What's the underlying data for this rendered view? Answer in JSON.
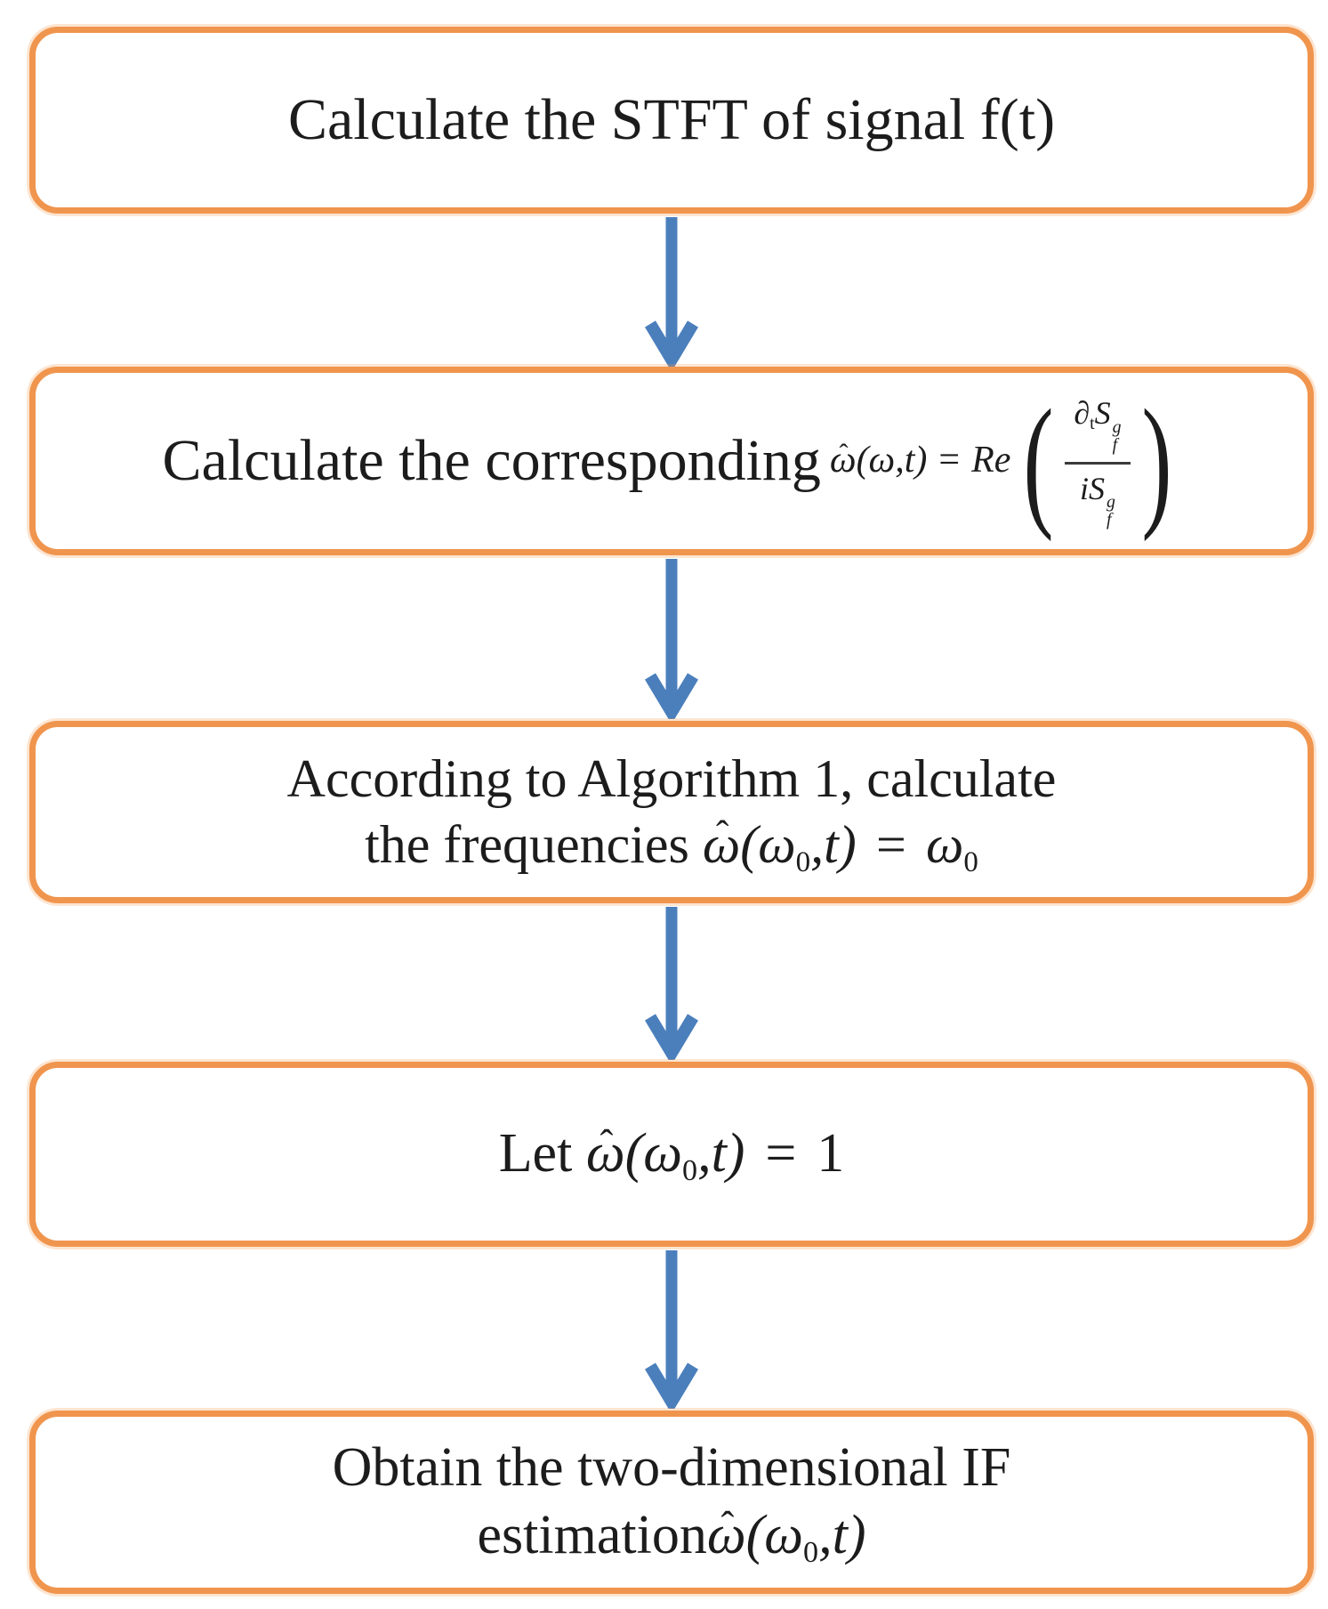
{
  "colors": {
    "box_border": "#f0954e",
    "arrow": "#4b7fbc",
    "text": "#1c1c1c"
  },
  "boxes": {
    "box1": {
      "text": "Calculate the STFT of signal f(t)"
    },
    "box2": {
      "text": "Calculate the corresponding",
      "formula": {
        "hat": "ˆ",
        "omega": "ω",
        "args": "(ω,t)",
        "equals": "=",
        "func": "Re",
        "open_paren": "(",
        "close_paren": ")",
        "num_partial": "∂",
        "num_partial_sub": "t",
        "num_base": "S",
        "num_sup": "g",
        "num_sub": "f",
        "den_prefix": "i",
        "den_base": "S",
        "den_sup": "g",
        "den_sub": "f"
      }
    },
    "box3": {
      "line1": "According to Algorithm 1, calculate",
      "line2": "the frequencies",
      "formula": {
        "hat": "ˆ",
        "omega": "ω",
        "open": "(",
        "arg_omega": "ω",
        "arg_sub": "0",
        "arg_rest": ",t)",
        "equals": "=",
        "rhs_omega": "ω",
        "rhs_sub": "0"
      }
    },
    "box4": {
      "prefix": "Let",
      "formula": {
        "hat": "ˆ",
        "omega": "ω",
        "open": "(",
        "arg_omega": "ω",
        "arg_sub": "0",
        "arg_rest": ",t)",
        "equals": "=",
        "rhs": "1"
      }
    },
    "box5": {
      "line1": "Obtain the two-dimensional IF",
      "line2": "estimation",
      "formula": {
        "hat": "ˆ",
        "omega": "ω",
        "open": "(",
        "arg_omega": "ω",
        "arg_sub": "0",
        "arg_rest": ",t)"
      }
    }
  }
}
